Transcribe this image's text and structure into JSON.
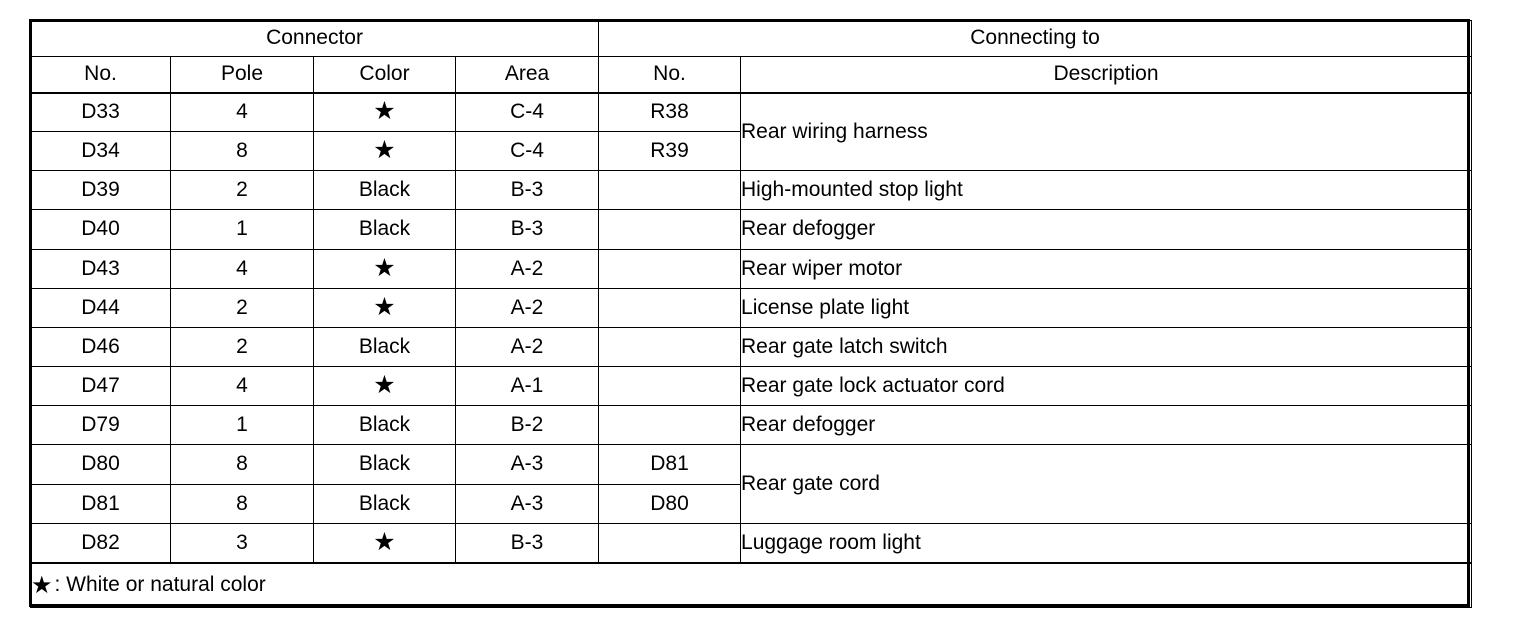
{
  "table": {
    "group_headers": [
      {
        "label": "Connector",
        "span": 4
      },
      {
        "label": "Connecting to",
        "span": 2
      }
    ],
    "columns": [
      {
        "key": "no",
        "label": "No."
      },
      {
        "key": "pole",
        "label": "Pole"
      },
      {
        "key": "color",
        "label": "Color"
      },
      {
        "key": "area",
        "label": "Area"
      },
      {
        "key": "conn_no",
        "label": "No."
      },
      {
        "key": "desc",
        "label": "Description"
      }
    ],
    "star_glyph": "★",
    "rows": [
      {
        "no": "D33",
        "pole": "4",
        "color": "★",
        "color_is_star": true,
        "area": "C-4",
        "conn_no": "R38",
        "desc": "Rear wiring harness",
        "desc_rowspan": 2
      },
      {
        "no": "D34",
        "pole": "8",
        "color": "★",
        "color_is_star": true,
        "area": "C-4",
        "conn_no": "R39",
        "desc": "",
        "desc_rowspan": 0
      },
      {
        "no": "D39",
        "pole": "2",
        "color": "Black",
        "color_is_star": false,
        "area": "B-3",
        "conn_no": "",
        "desc": "High-mounted stop light",
        "desc_rowspan": 1
      },
      {
        "no": "D40",
        "pole": "1",
        "color": "Black",
        "color_is_star": false,
        "area": "B-3",
        "conn_no": "",
        "desc": "Rear defogger",
        "desc_rowspan": 1
      },
      {
        "no": "D43",
        "pole": "4",
        "color": "★",
        "color_is_star": true,
        "area": "A-2",
        "conn_no": "",
        "desc": "Rear wiper motor",
        "desc_rowspan": 1
      },
      {
        "no": "D44",
        "pole": "2",
        "color": "★",
        "color_is_star": true,
        "area": "A-2",
        "conn_no": "",
        "desc": "License plate light",
        "desc_rowspan": 1
      },
      {
        "no": "D46",
        "pole": "2",
        "color": "Black",
        "color_is_star": false,
        "area": "A-2",
        "conn_no": "",
        "desc": "Rear gate latch switch",
        "desc_rowspan": 1
      },
      {
        "no": "D47",
        "pole": "4",
        "color": "★",
        "color_is_star": true,
        "area": "A-1",
        "conn_no": "",
        "desc": "Rear gate lock actuator cord",
        "desc_rowspan": 1
      },
      {
        "no": "D79",
        "pole": "1",
        "color": "Black",
        "color_is_star": false,
        "area": "B-2",
        "conn_no": "",
        "desc": "Rear defogger",
        "desc_rowspan": 1
      },
      {
        "no": "D80",
        "pole": "8",
        "color": "Black",
        "color_is_star": false,
        "area": "A-3",
        "conn_no": "D81",
        "desc": "Rear gate cord",
        "desc_rowspan": 2
      },
      {
        "no": "D81",
        "pole": "8",
        "color": "Black",
        "color_is_star": false,
        "area": "A-3",
        "conn_no": "D80",
        "desc": "",
        "desc_rowspan": 0
      },
      {
        "no": "D82",
        "pole": "3",
        "color": "★",
        "color_is_star": true,
        "area": "B-3",
        "conn_no": "",
        "desc": "Luggage room light",
        "desc_rowspan": 1
      }
    ],
    "footnote": {
      "star": "★",
      "text": ": White or natural color"
    }
  },
  "colors": {
    "border": "#000000",
    "background": "#ffffff",
    "text": "#000000"
  }
}
